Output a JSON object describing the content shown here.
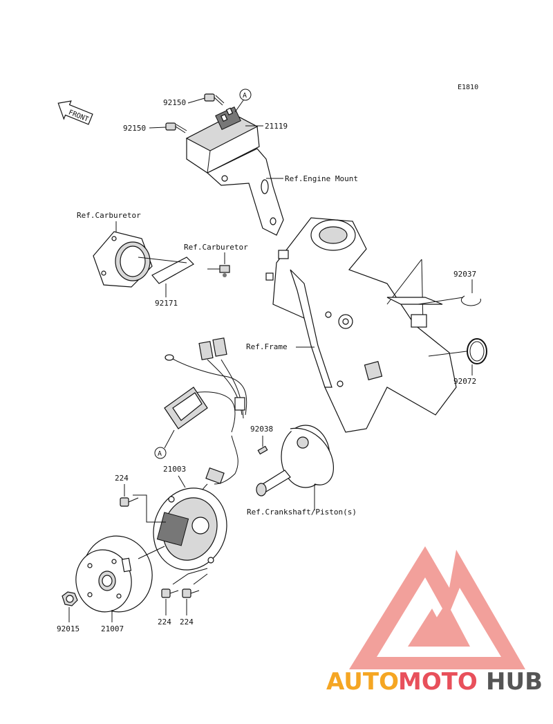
{
  "diagram_code": "E1810",
  "front_label": "FRONT",
  "callout_letter": "A",
  "parts": {
    "bolt_upper": "92150",
    "bolt_lower": "92150",
    "cdi_unit": "21119",
    "clamp_upper": "92037",
    "clamp_lower": "92072",
    "band": "92171",
    "key": "92038",
    "stator": "21003",
    "stator_screw": "224",
    "screw_a": "224",
    "screw_b": "224",
    "nut": "92015",
    "flywheel": "21007"
  },
  "refs": {
    "engine_mount": "Ref.Engine Mount",
    "carburetor_left": "Ref.Carburetor",
    "carburetor_right": "Ref.Carburetor",
    "frame": "Ref.Frame",
    "crankshaft": "Ref.Crankshaft/Piston(s)"
  },
  "watermark": {
    "text_auto": "AUTO",
    "text_moto": "MOTO",
    "text_hub": "HUB",
    "color_auto": "#f5a623",
    "color_moto": "#e8505b",
    "color_hub": "#555555",
    "logo_color": "#f08080"
  }
}
